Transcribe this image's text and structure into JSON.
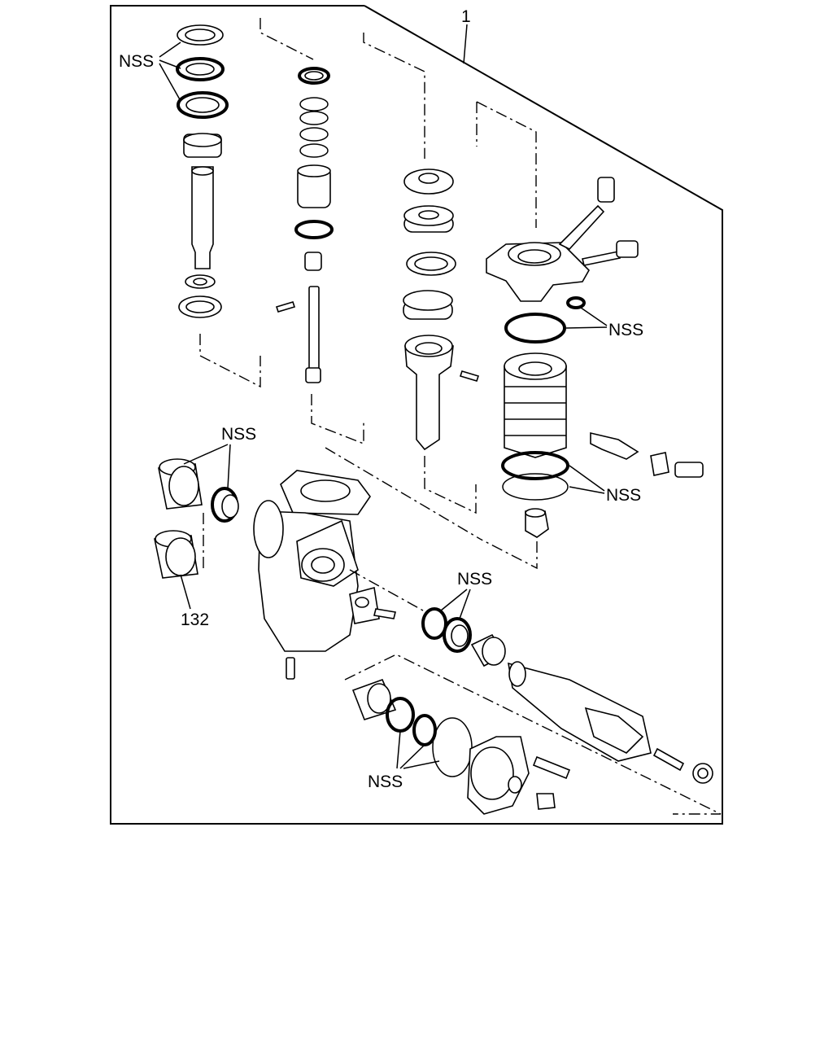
{
  "diagram": {
    "assembly_number": "1",
    "nss_labels": [
      "NSS",
      "NSS",
      "NSS",
      "NSS",
      "NSS",
      "NSS"
    ],
    "part_132": "132"
  }
}
